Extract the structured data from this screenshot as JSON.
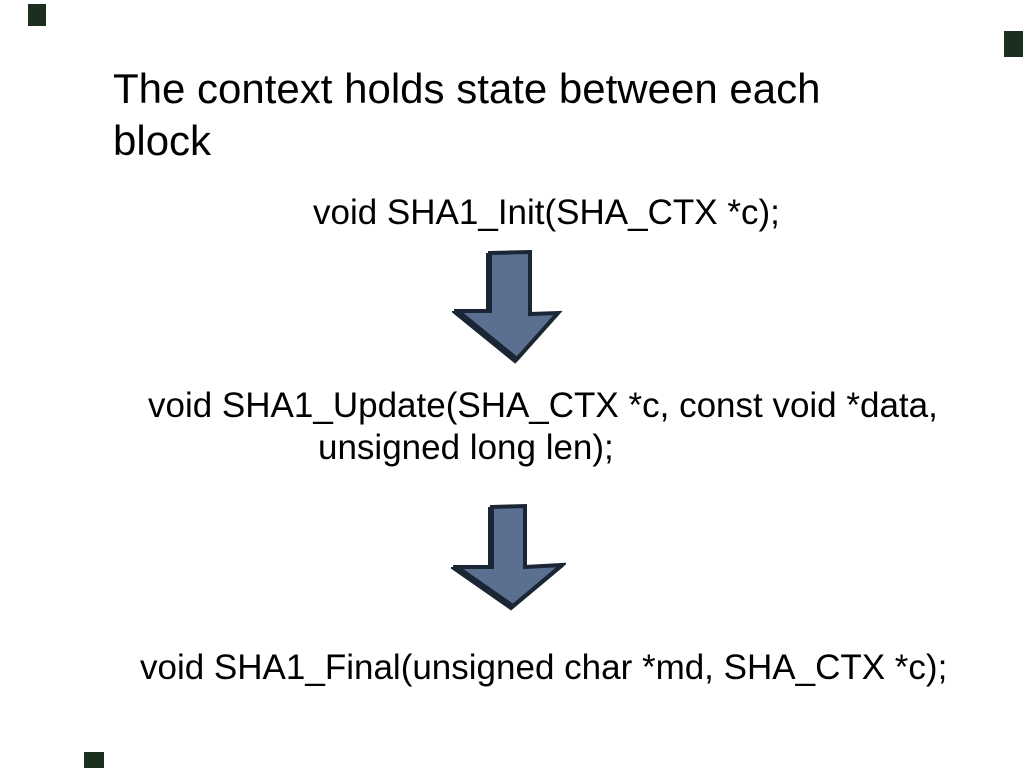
{
  "slide": {
    "background_color": "#ffffff",
    "text_color": "#000000",
    "title": {
      "line1": "The context holds state between each",
      "line2": "block"
    },
    "code": {
      "init": "void SHA1_Init(SHA_CTX *c);",
      "update_line1": "void SHA1_Update(SHA_CTX *c, const void *data,",
      "update_line2": "unsigned long len);",
      "final": "void SHA1_Final(unsigned char *md, SHA_CTX *c);"
    },
    "arrows": {
      "direction": "down",
      "fill_color": "#5b7090",
      "outline_color": "#1a2633"
    },
    "corner_marks": {
      "color": "#1c2f1e"
    }
  }
}
